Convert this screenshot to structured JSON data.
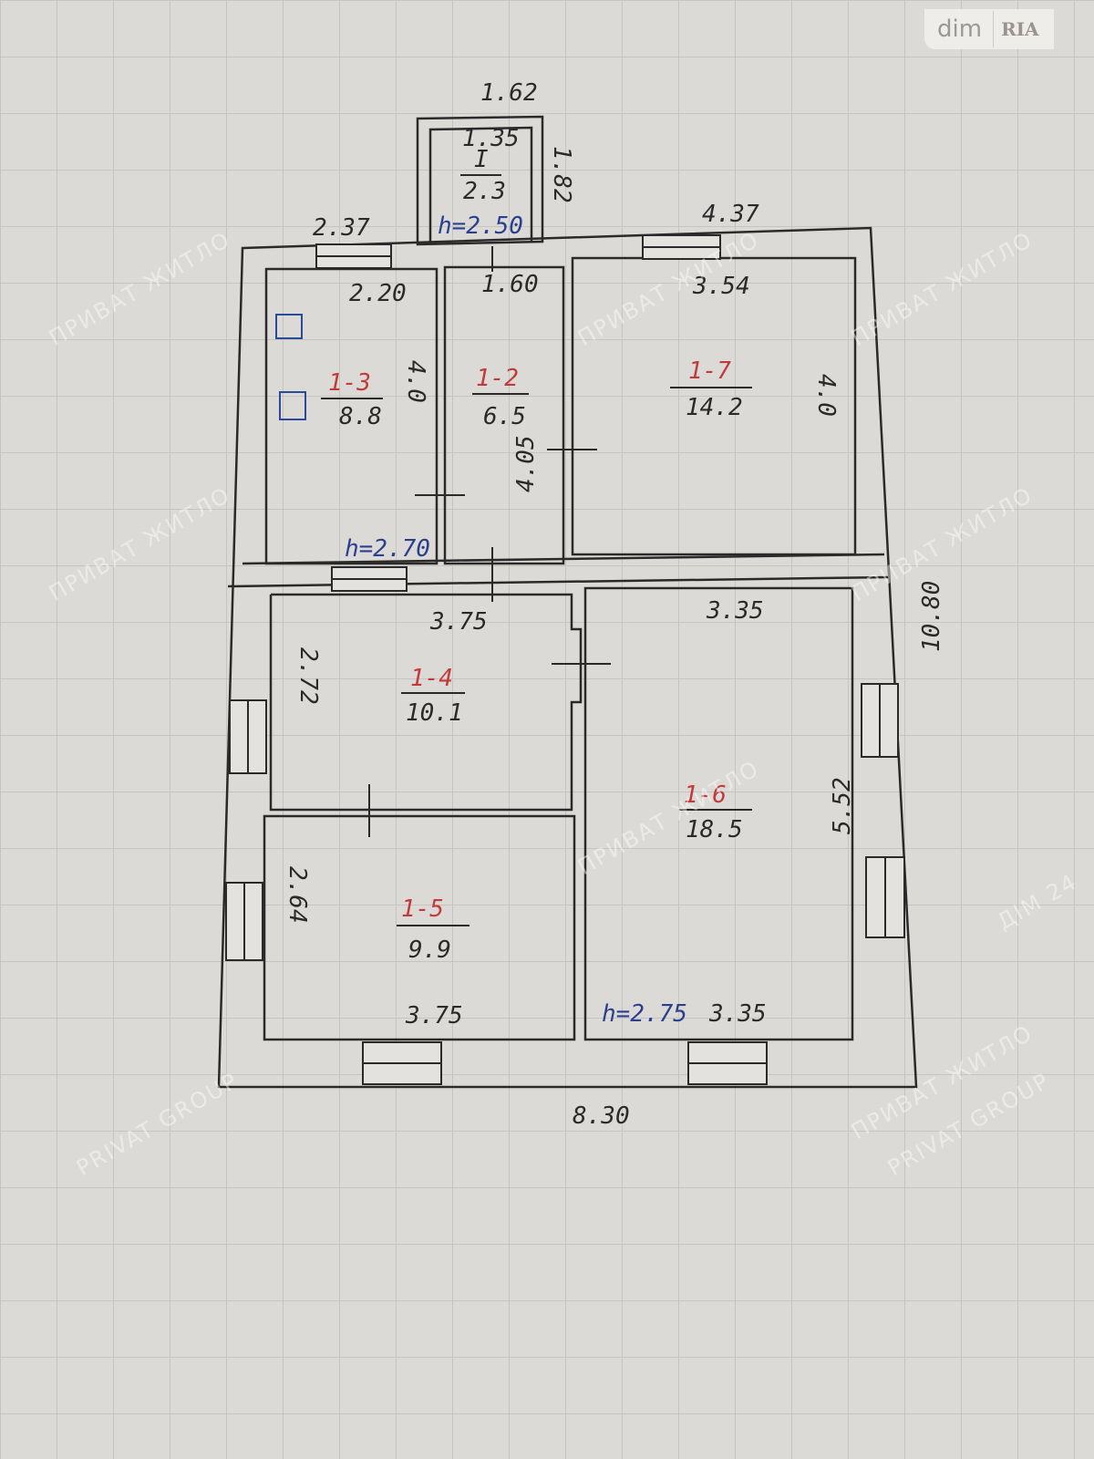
{
  "logo": {
    "left": "dim",
    "right": "RIA"
  },
  "watermark": {
    "line1": "ПРИВАТ ЖИТЛО",
    "line2": "PRIVAT GROUP",
    "alt": "ДІМ 24"
  },
  "porch": {
    "id": "I",
    "area": "2.3",
    "width_outer": "1.62",
    "width_inner": "1.35",
    "depth": "1.82",
    "height": "h=2.50"
  },
  "outer": {
    "width": "8.30",
    "length": "10.80",
    "top_left": "2.37",
    "top_right": "4.37"
  },
  "rooms": [
    {
      "id": "1-3",
      "area": "8.8",
      "width": "2.20",
      "length": "4.0",
      "height": "h=2.70"
    },
    {
      "id": "1-2",
      "area": "6.5",
      "width": "1.60",
      "length": "4.05"
    },
    {
      "id": "1-7",
      "area": "14.2",
      "width": "3.54",
      "length": "4.0"
    },
    {
      "id": "1-4",
      "area": "10.1",
      "width": "3.75",
      "length": "2.72"
    },
    {
      "id": "1-6",
      "area": "18.5",
      "width": "3.35",
      "length": "5.52",
      "width_bottom": "3.35",
      "height": "h=2.75"
    },
    {
      "id": "1-5",
      "area": "9.9",
      "width": "3.75",
      "length": "2.64"
    }
  ]
}
